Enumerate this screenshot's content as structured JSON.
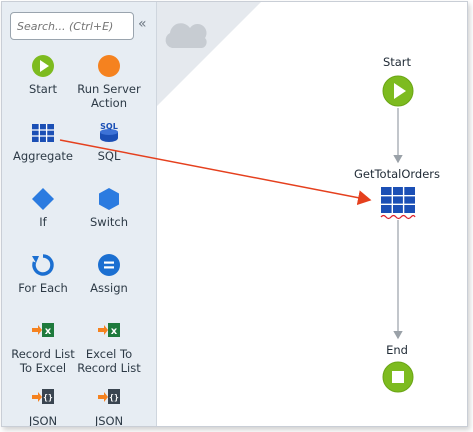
{
  "toolbox": {
    "search_placeholder": "Search... (Ctrl+E)",
    "collapse_glyph": "«",
    "items": [
      {
        "label": "Start",
        "icon": "start-icon"
      },
      {
        "label": "Run Server Action",
        "icon": "run-server-action-icon"
      },
      {
        "label": "Aggregate",
        "icon": "aggregate-icon"
      },
      {
        "label": "SQL",
        "icon": "sql-icon"
      },
      {
        "label": "If",
        "icon": "if-icon"
      },
      {
        "label": "Switch",
        "icon": "switch-icon"
      },
      {
        "label": "For Each",
        "icon": "for-each-icon"
      },
      {
        "label": "Assign",
        "icon": "assign-icon"
      },
      {
        "label": "Record List To Excel",
        "icon": "record-list-to-excel-icon"
      },
      {
        "label": "Excel To Record List",
        "icon": "excel-to-record-list-icon"
      },
      {
        "label": "JSON",
        "icon": "json-serialize-icon"
      },
      {
        "label": "JSON",
        "icon": "json-deserialize-icon"
      }
    ]
  },
  "flow": {
    "start_label": "Start",
    "aggregate_label": "GetTotalOrders",
    "end_label": "End"
  },
  "colors": {
    "green": "#7dbb1f",
    "orange": "#f5821f",
    "blue": "#1b4fb5",
    "drag_arrow": "#e5401e"
  },
  "sql_icon_text": "SQL",
  "excel_icon_text": "x"
}
